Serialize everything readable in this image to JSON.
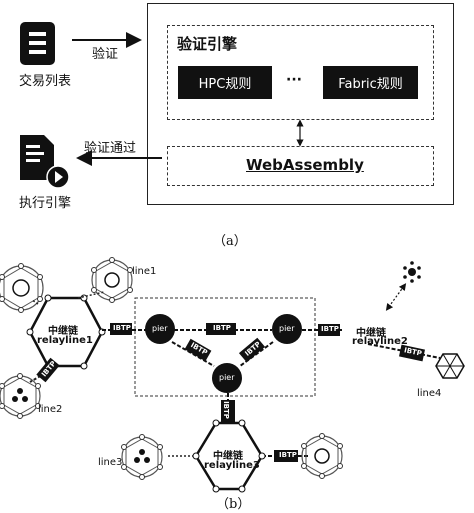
{
  "panel_a": {
    "caption": "（a）",
    "tx_list_label": "交易列表",
    "verify_arrow_label": "验证",
    "engine_title": "验证引擎",
    "rule_hpc": "HPC规则",
    "ellipsis": "···",
    "rule_fabric": "Fabric规则",
    "wasm_label": "WebAssembly",
    "verified_arrow_label": "验证通过",
    "exec_engine_label": "执行引擎"
  },
  "panel_b": {
    "caption": "（b）",
    "relay1": {
      "name": "中继链",
      "id": "relayline1"
    },
    "relay2": {
      "name": "中继链",
      "id": "relayline2"
    },
    "relay3": {
      "name": "中继链",
      "id": "relayline3"
    },
    "line1": "line1",
    "line2": "line2",
    "line3": "line3",
    "line4": "line4",
    "pier": "pier",
    "ibtp": "IBTP"
  }
}
